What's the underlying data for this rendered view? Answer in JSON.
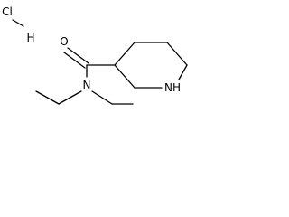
{
  "diagram_type": "skeletal-structural-formula",
  "line_color": "#000000",
  "background_color": "#ffffff",
  "labels": {
    "chlorine": "Cl",
    "hydrogen": "H",
    "oxygen": "O",
    "amide_nitrogen": "N",
    "ring_nitrogen": "NH"
  }
}
